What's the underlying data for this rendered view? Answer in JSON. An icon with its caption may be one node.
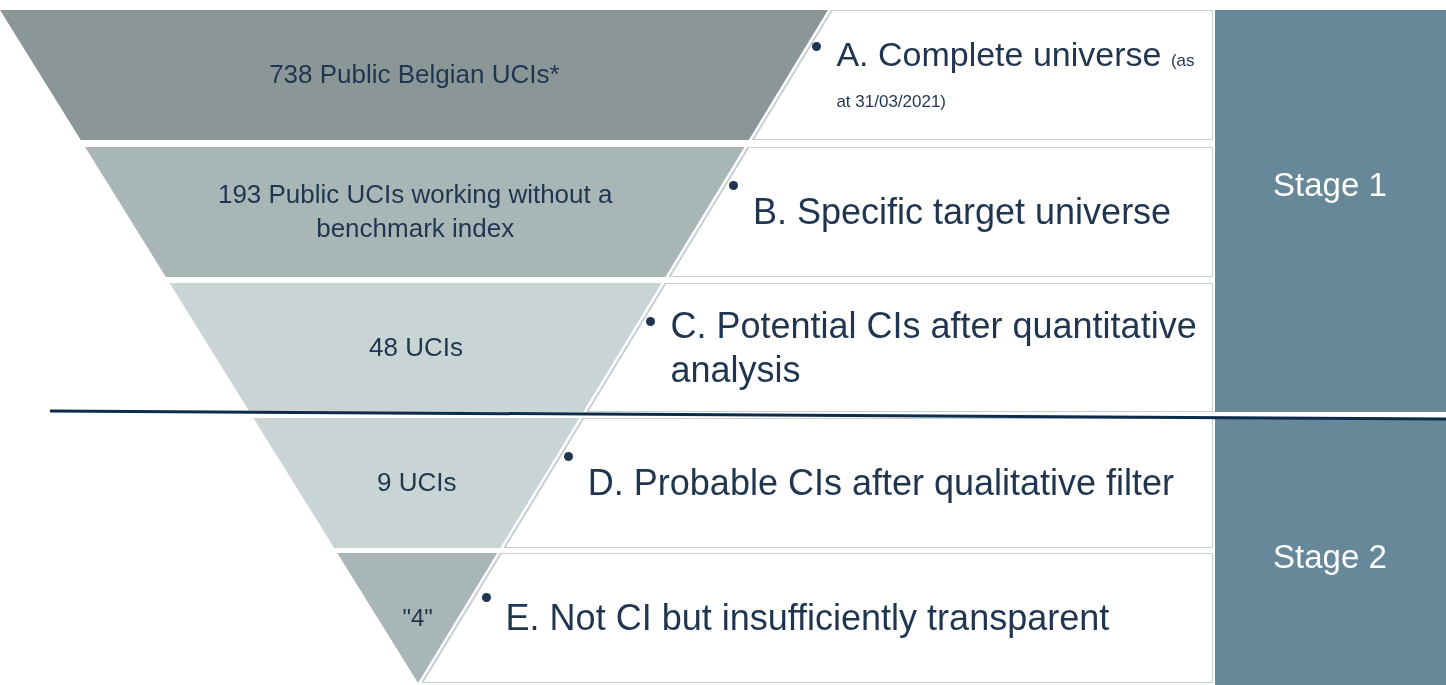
{
  "diagram": {
    "nodes": [
      {
        "text": [
          "738 Public Belgian UCIs*"
        ]
      },
      {
        "text": [
          "193 Public UCIs working without a benchmark index"
        ]
      },
      {
        "text": [
          "48 UCIs"
        ]
      },
      {
        "text": [
          "9 UCIs"
        ]
      },
      {
        "text": [
          "\"4\""
        ]
      },
      {
        "text": [
          "A. Complete universe",
          "(as at 31/03/2021)"
        ]
      },
      {
        "text": [
          "B. Specific target universe"
        ]
      },
      {
        "text": [
          "C. Potential CIs after quantitative analysis"
        ]
      },
      {
        "text": [
          "D. Probable CIs after qualitative filter"
        ]
      },
      {
        "text": [
          "E. Not CI but insufficiently transparent"
        ]
      },
      {
        "text": [
          "Stage 1"
        ]
      },
      {
        "text": [
          "Stage 2"
        ]
      }
    ]
  }
}
